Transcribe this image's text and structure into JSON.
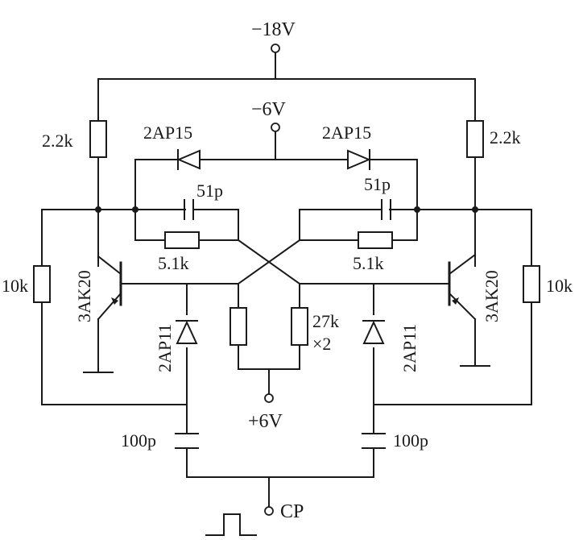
{
  "supply": {
    "neg18": "−18V",
    "neg6": "−6V",
    "pos6": "+6V",
    "cp": "CP"
  },
  "resistors": {
    "collector_left": "2.2k",
    "collector_right": "2.2k",
    "base_left": "10k",
    "base_right": "10k",
    "cross_left": "5.1k",
    "cross_right": "5.1k",
    "bias_top": "27k",
    "bias_bottom": "×2"
  },
  "capacitors": {
    "speedup_left": "51p",
    "speedup_right": "51p",
    "trigger_left": "100p",
    "trigger_right": "100p"
  },
  "diodes": {
    "clamp_left": "2AP15",
    "clamp_right": "2AP15",
    "steer_left": "2AP11",
    "steer_right": "2AP11"
  },
  "transistors": {
    "left": "3AK20",
    "right": "3AK20"
  }
}
